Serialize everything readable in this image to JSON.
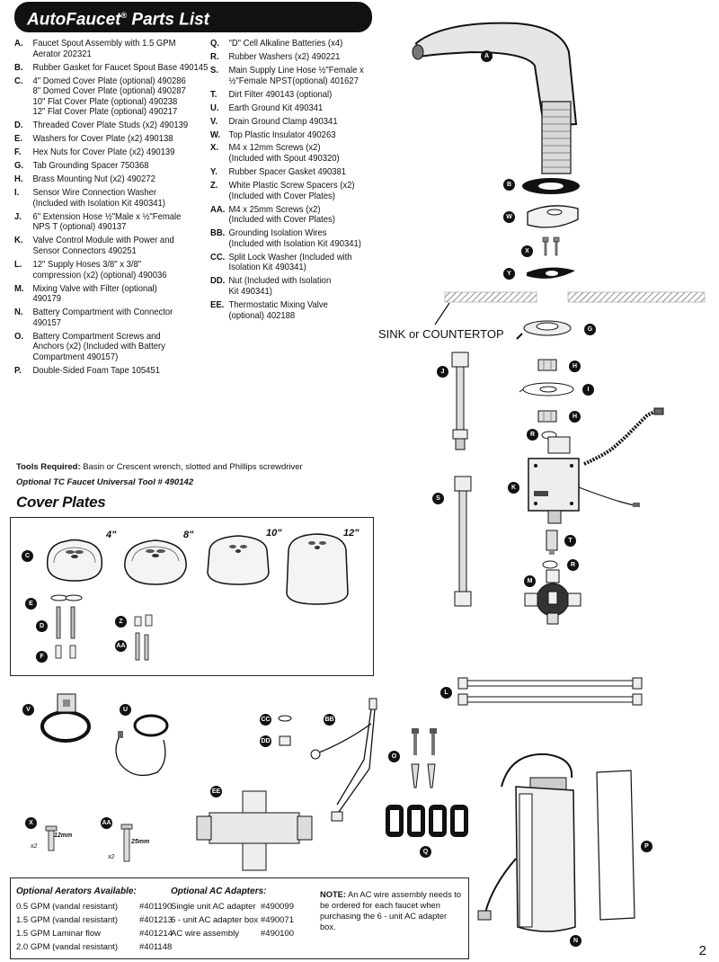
{
  "title": {
    "brand": "AutoFaucet",
    "reg": "®",
    "rest": " Parts List"
  },
  "parts_left": [
    {
      "letter": "A.",
      "lines": [
        "Faucet Spout Assembly with 1.5 GPM",
        "Aerator 202321"
      ]
    },
    {
      "letter": "B.",
      "lines": [
        "Rubber Gasket for Faucet Spout Base 490145"
      ]
    },
    {
      "letter": "C.",
      "lines": [
        "4\" Domed Cover Plate (optional) 490286",
        "8\" Domed Cover Plate (optional) 490287",
        "10\" Flat Cover Plate (optional) 490238",
        "12\" Flat Cover Plate (optional) 490217"
      ]
    },
    {
      "letter": "D.",
      "lines": [
        "Threaded Cover Plate Studs  (x2) 490139"
      ]
    },
    {
      "letter": "E.",
      "lines": [
        "Washers for Cover Plate  (x2) 490138"
      ]
    },
    {
      "letter": "F.",
      "lines": [
        "Hex Nuts for Cover Plate  (x2) 490139"
      ]
    },
    {
      "letter": "G.",
      "lines": [
        "Tab Grounding Spacer 750368"
      ]
    },
    {
      "letter": "H.",
      "lines": [
        "Brass Mounting Nut  (x2) 490272"
      ]
    },
    {
      "letter": "I.",
      "lines": [
        "Sensor Wire Connection Washer",
        "(Included with Isolation Kit 490341)"
      ]
    },
    {
      "letter": "J.",
      "lines": [
        "6\" Extension Hose ½\"Male x ½\"Female",
        "NPS T (optional) 490137"
      ]
    },
    {
      "letter": "K.",
      "lines": [
        "Valve Control Module with Power and",
        "Sensor Connectors 490251"
      ]
    },
    {
      "letter": "L.",
      "lines": [
        "12\" Supply Hoses 3/8\" x 3/8\"",
        "compression (x2) (optional) 490036"
      ]
    },
    {
      "letter": "M.",
      "lines": [
        "Mixing Valve with Filter (optional)",
        "490179"
      ]
    },
    {
      "letter": "N.",
      "lines": [
        "Battery Compartment with Connector",
        "490157"
      ]
    },
    {
      "letter": "O.",
      "lines": [
        "Battery Compartment Screws and",
        "Anchors (x2) (Included with Battery",
        "Compartment 490157)"
      ]
    },
    {
      "letter": "P.",
      "lines": [
        "Double-Sided Foam Tape 105451"
      ]
    }
  ],
  "parts_right": [
    {
      "letter": "Q.",
      "lines": [
        "\"D\" Cell Alkaline Batteries (x4)"
      ]
    },
    {
      "letter": "R.",
      "lines": [
        "Rubber Washers (x2) 490221"
      ]
    },
    {
      "letter": "S.",
      "lines": [
        "Main Supply Line Hose ½\"Female x",
        "½\"Female NPST(optional) 401627"
      ]
    },
    {
      "letter": "T.",
      "lines": [
        "Dirt Filter 490143 (optional)"
      ]
    },
    {
      "letter": "U.",
      "lines": [
        "Earth Ground Kit 490341"
      ]
    },
    {
      "letter": "V.",
      "lines": [
        "Drain Ground Clamp 490341"
      ]
    },
    {
      "letter": "W.",
      "lines": [
        "Top Plastic Insulator 490263"
      ]
    },
    {
      "letter": "X.",
      "lines": [
        "M4 x 12mm Screws (x2)",
        "(Included with Spout 490320)"
      ]
    },
    {
      "letter": "Y.",
      "lines": [
        "Rubber Spacer Gasket 490381"
      ]
    },
    {
      "letter": "Z.",
      "lines": [
        "White Plastic Screw Spacers (x2)",
        "(Included with Cover Plates)"
      ]
    },
    {
      "letter": "AA.",
      "lines": [
        "M4 x 25mm Screws (x2)",
        "(Included with Cover Plates)"
      ]
    },
    {
      "letter": "BB.",
      "lines": [
        "Grounding Isolation Wires",
        "(Included with Isolation Kit 490341)"
      ]
    },
    {
      "letter": "CC.",
      "lines": [
        "Split Lock Washer (Included with",
        "Isolation Kit 490341)"
      ]
    },
    {
      "letter": "DD.",
      "lines": [
        "Nut (Included with Isolation",
        "Kit 490341)"
      ]
    },
    {
      "letter": "EE.",
      "lines": [
        "Thermostatic Mixing Valve",
        "(optional) 402188"
      ]
    }
  ],
  "tools": {
    "label": "Tools Required:",
    "text": " Basin or Crescent wrench, slotted and Phillips screwdriver"
  },
  "optional_tool": "Optional TC Faucet Universal Tool # 490142",
  "cover_plates": {
    "title": "Cover Plates",
    "sizes": [
      "4\"",
      "8\"",
      "10\"",
      "12\""
    ]
  },
  "sink_label": "SINK or COUNTERTOP",
  "callouts": {
    "A": "A",
    "B": "B",
    "W": "W",
    "X": "X",
    "Y": "Y",
    "G": "G",
    "H": "H",
    "I": "I",
    "J": "J",
    "R": "R",
    "K": "K",
    "S": "S",
    "T": "T",
    "M": "M",
    "C": "C",
    "E": "E",
    "D": "D",
    "F": "F",
    "Z": "Z",
    "AA": "AA",
    "L": "L",
    "V": "V",
    "U": "U",
    "CC": "CC",
    "BB": "BB",
    "DD": "DD",
    "O": "O",
    "EE": "EE",
    "Q": "Q",
    "P": "P",
    "N": "N"
  },
  "screw_labels": {
    "x_len": "12mm",
    "x_qty": "x2",
    "aa_len": "25mm",
    "aa_qty": "x2"
  },
  "aerators": {
    "heading": "Optional Aerators Available:",
    "items": [
      {
        "name": "0.5 GPM (vandal resistant)",
        "num": "#401190"
      },
      {
        "name": "1.5 GPM (vandal resistant)",
        "num": "#401213"
      },
      {
        "name": "1.5 GPM Laminar flow",
        "num": "#401214"
      },
      {
        "name": "2.0 GPM (vandal resistant)",
        "num": "#401148"
      }
    ]
  },
  "adapters": {
    "heading": "Optional AC Adapters:",
    "items": [
      {
        "name": "Single unit AC adapter",
        "num": "#490099"
      },
      {
        "name": "6 - unit AC adapter box",
        "num": "#490071"
      },
      {
        "name": "AC wire assembly",
        "num": "#490100"
      }
    ]
  },
  "note": {
    "label": "NOTE:",
    "text": " An AC wire assembly needs to be ordered for each faucet when purchasing the 6 - unit AC adapter box."
  },
  "page_number": "2"
}
